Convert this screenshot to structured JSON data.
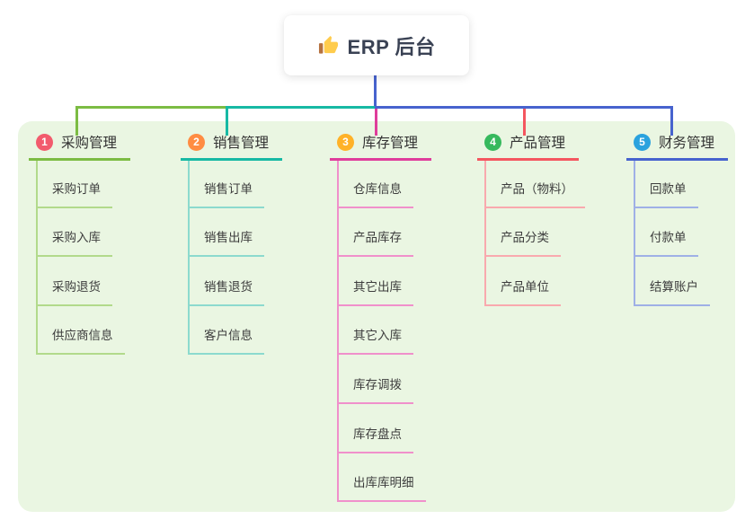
{
  "root": {
    "label": "ERP 后台",
    "icon": "thumbs-up-icon"
  },
  "branches": [
    {
      "index": "1",
      "label": "采购管理",
      "badge_color": "#F25B6D",
      "line_color": "#7CBC43",
      "light_color": "#B2DA8B",
      "children": [
        "采购订单",
        "采购入库",
        "采购退货",
        "供应商信息"
      ]
    },
    {
      "index": "2",
      "label": "销售管理",
      "badge_color": "#FF8C42",
      "line_color": "#17B9A4",
      "light_color": "#8CDACE",
      "children": [
        "销售订单",
        "销售出库",
        "销售退货",
        "客户信息"
      ]
    },
    {
      "index": "3",
      "label": "库存管理",
      "badge_color": "#FFB228",
      "line_color": "#DF3D9B",
      "light_color": "#F090CB",
      "children": [
        "仓库信息",
        "产品库存",
        "其它出库",
        "其它入库",
        "库存调拨",
        "库存盘点",
        "出库库明细"
      ]
    },
    {
      "index": "4",
      "label": "产品管理",
      "badge_color": "#36B95D",
      "line_color": "#F4565F",
      "light_color": "#F9A9AE",
      "children": [
        "产品（物料）",
        "产品分类",
        "产品单位"
      ]
    },
    {
      "index": "5",
      "label": "财务管理",
      "badge_color": "#2AA2DE",
      "line_color": "#4763CE",
      "light_color": "#9FB0E6",
      "children": [
        "回款单",
        "付款单",
        "结算账户"
      ]
    }
  ],
  "colors": {
    "panel_bg": "#EAF6E2",
    "root_connector": "#4763CE",
    "segment_green": "#7CBC43",
    "segment_teal": "#17B9A4",
    "segment_blue": "#4763CE"
  }
}
